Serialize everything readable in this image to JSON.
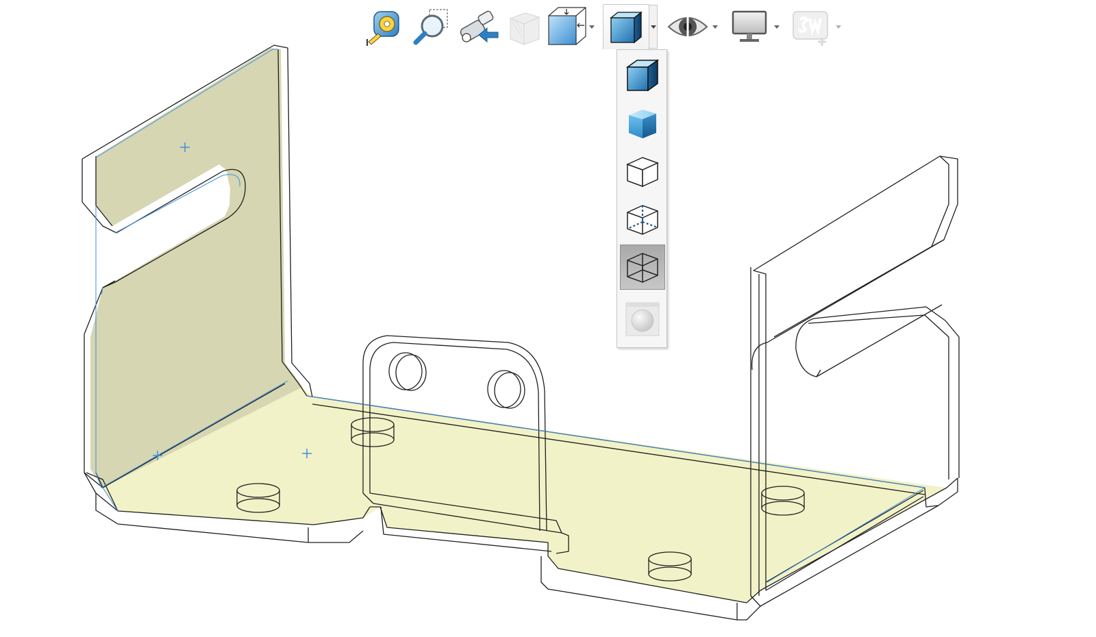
{
  "viewport": {
    "background": "#ffffff",
    "model": {
      "selected_face_fill": "#f2f2c8",
      "selected_side_fill": "#d6d6b2",
      "edge_color": "#1e1e1e",
      "highlight_edge_color": "#3b8fe0",
      "origin_marker_color": "#3b8fe0"
    }
  },
  "hud_toolbar": {
    "buttons": [
      {
        "id": "measure",
        "icon": "tape-measure-icon",
        "has_flyout": false
      },
      {
        "id": "zoom-to-area",
        "icon": "zoom-to-area-icon",
        "has_flyout": false
      },
      {
        "id": "previous-view",
        "icon": "previous-view-icon",
        "has_flyout": false
      },
      {
        "id": "section-view",
        "icon": "section-view-icon",
        "has_flyout": false,
        "disabled": true
      },
      {
        "id": "view-orientation",
        "icon": "view-orientation-icon",
        "has_flyout": true
      },
      {
        "id": "display-style",
        "icon": "shaded-with-edges-icon",
        "has_flyout": true,
        "active": true
      },
      {
        "id": "hide-show-items",
        "icon": "eye-icon",
        "has_flyout": true
      },
      {
        "id": "view-settings",
        "icon": "monitor-icon",
        "has_flyout": true
      },
      {
        "id": "apply-scene",
        "icon": "sw-scene-icon",
        "has_flyout": true,
        "disabled": true
      }
    ],
    "accent": "#2f7fc4"
  },
  "display_style_flyout": {
    "items": [
      {
        "id": "shaded-with-edges",
        "icon": "shaded-with-edges-icon"
      },
      {
        "id": "shaded",
        "icon": "shaded-icon"
      },
      {
        "id": "hidden-lines-removed",
        "icon": "hidden-lines-removed-icon"
      },
      {
        "id": "hidden-lines-visible",
        "icon": "hidden-lines-visible-icon"
      },
      {
        "id": "wireframe",
        "icon": "wireframe-icon",
        "selected": true
      },
      {
        "id": "realview",
        "icon": "realview-sphere-icon",
        "disabled": true
      }
    ]
  }
}
